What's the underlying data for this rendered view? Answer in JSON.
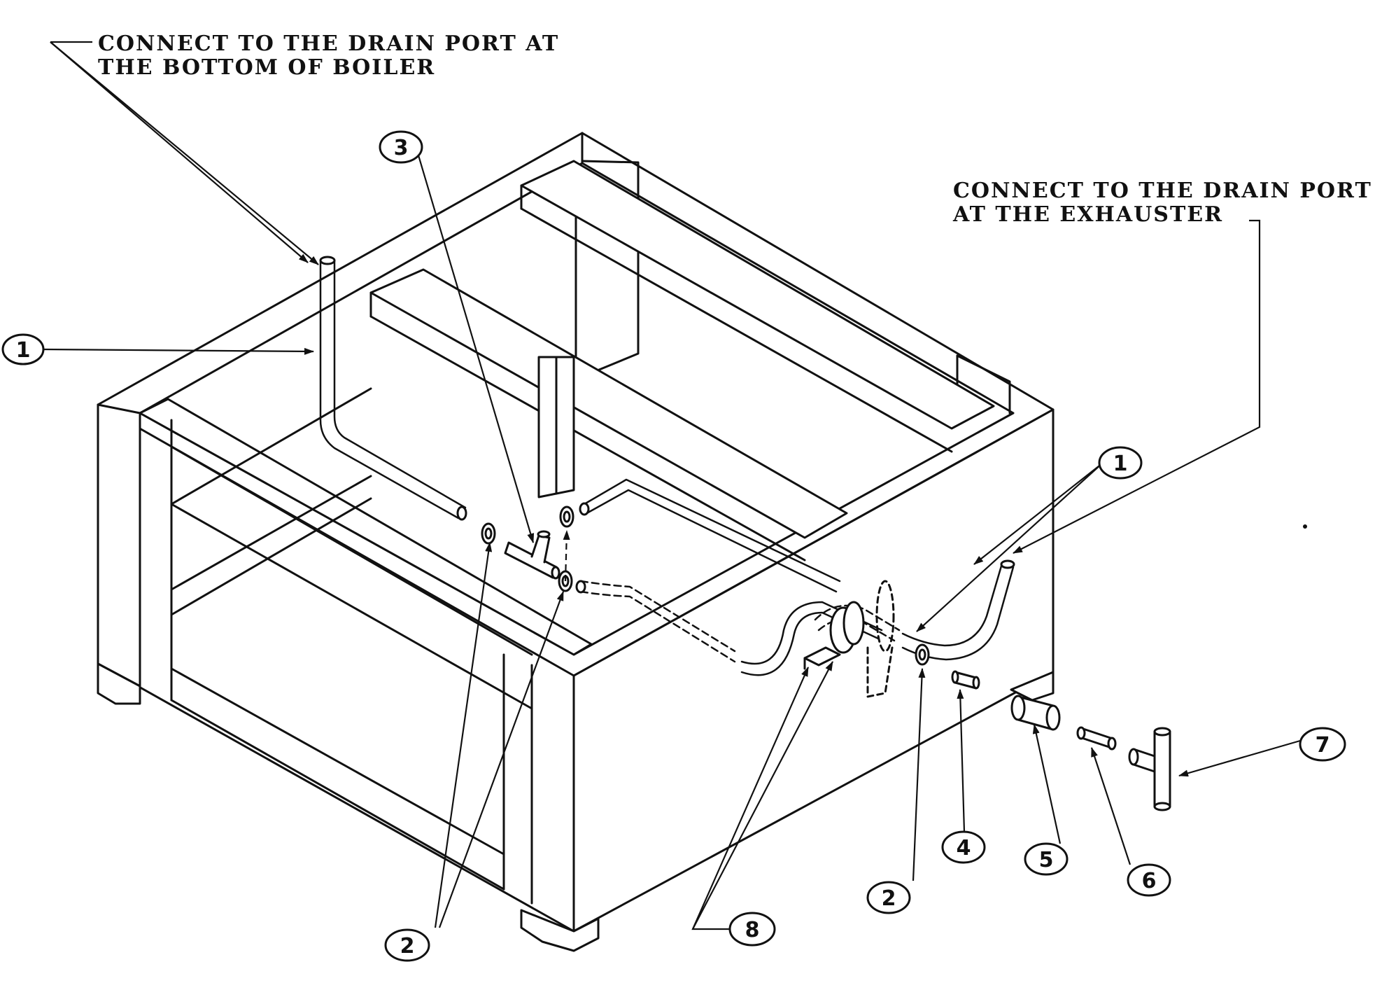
{
  "notes": {
    "boiler_line1": "CONNECT TO THE DRAIN PORT AT",
    "boiler_line2": "THE BOTTOM OF BOILER",
    "exhauster_line1": "CONNECT TO THE DRAIN PORT",
    "exhauster_line2": "AT THE EXHAUSTER"
  },
  "callouts": {
    "c1_left": "1",
    "c1_right": "1",
    "c2_left": "2",
    "c2_right": "2",
    "c3": "3",
    "c4": "4",
    "c5": "5",
    "c6": "6",
    "c7": "7",
    "c8": "8"
  }
}
